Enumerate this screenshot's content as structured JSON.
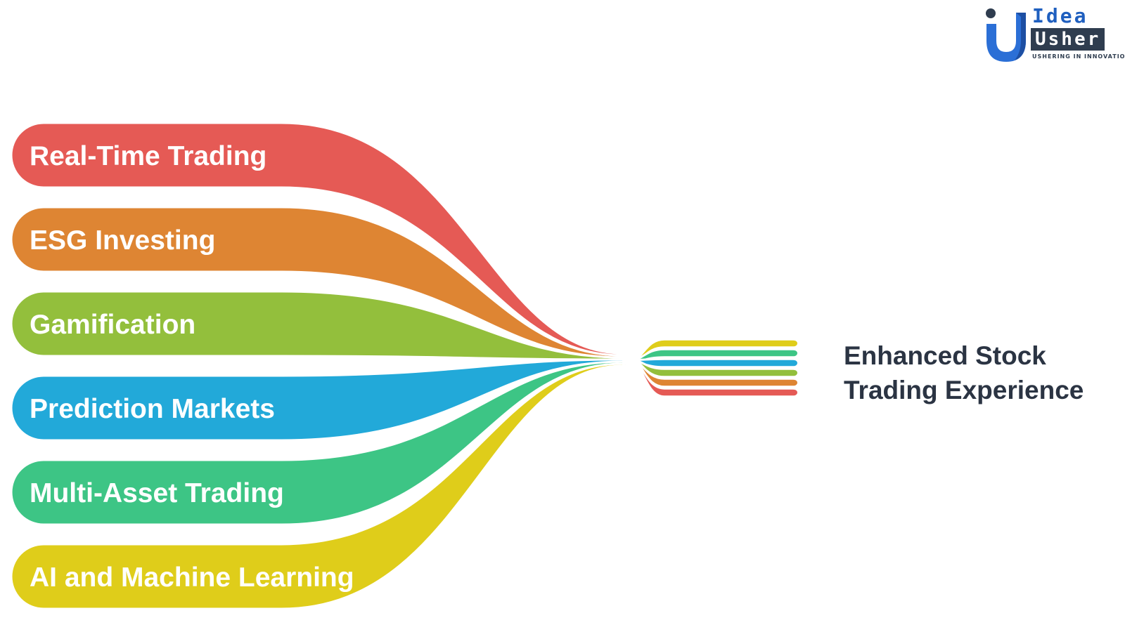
{
  "logo": {
    "word_top": "Idea",
    "word_bottom": "Usher",
    "tagline": "USHERING IN INNOVATION",
    "colors": {
      "primary": "#1f5fbf",
      "dark": "#2f3d4f"
    }
  },
  "diagram": {
    "type": "converging-flow",
    "inputs": [
      {
        "label": "Real-Time Trading",
        "color": "#e55a55"
      },
      {
        "label": "ESG Investing",
        "color": "#de8533"
      },
      {
        "label": "Gamification",
        "color": "#93bf3c"
      },
      {
        "label": "Prediction Markets",
        "color": "#22a9d9"
      },
      {
        "label": "Multi-Asset Trading",
        "color": "#3dc585"
      },
      {
        "label": "AI and Machine Learning",
        "color": "#dfcd1a"
      }
    ],
    "outcome": {
      "line1": "Enhanced Stock",
      "line2": "Trading Experience"
    }
  }
}
